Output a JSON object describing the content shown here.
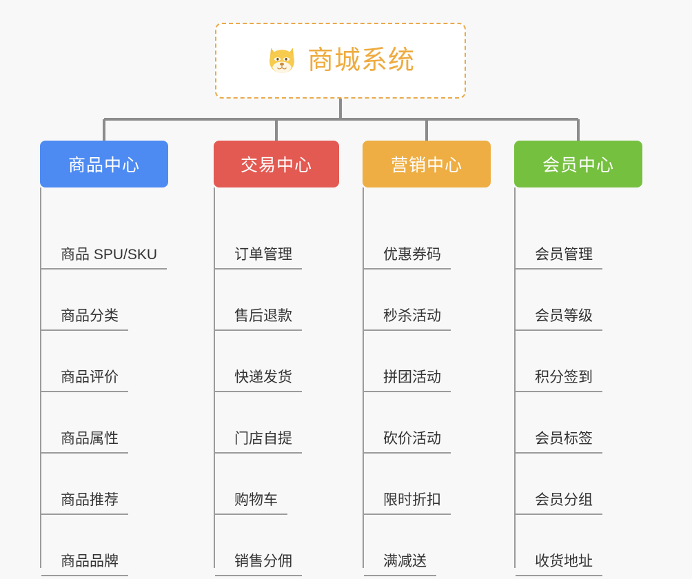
{
  "page": {
    "background_color": "#f8f8f8",
    "title": "商城系统"
  },
  "root": {
    "label": "商城系统",
    "icon": "shiba-dog-face-icon",
    "text_color": "#eeab3f",
    "border_color": "#eaa94a",
    "background_color": "#ffffff"
  },
  "connector": {
    "color": "#8c8c8c"
  },
  "branches": [
    {
      "label": "商品中心",
      "color": "#4d8bf2",
      "items": [
        "商品 SPU/SKU",
        "商品分类",
        "商品评价",
        "商品属性",
        "商品推荐",
        "商品品牌"
      ]
    },
    {
      "label": "交易中心",
      "color": "#e35a52",
      "items": [
        "订单管理",
        "售后退款",
        "快递发货",
        "门店自提",
        "购物车",
        "销售分佣"
      ]
    },
    {
      "label": "营销中心",
      "color": "#eeae43",
      "items": [
        "优惠券码",
        "秒杀活动",
        "拼团活动",
        "砍价活动",
        "限时折扣",
        "满减送"
      ]
    },
    {
      "label": "会员中心",
      "color": "#76c040",
      "items": [
        "会员管理",
        "会员等级",
        "积分签到",
        "会员标签",
        "会员分组",
        "收货地址"
      ]
    }
  ]
}
